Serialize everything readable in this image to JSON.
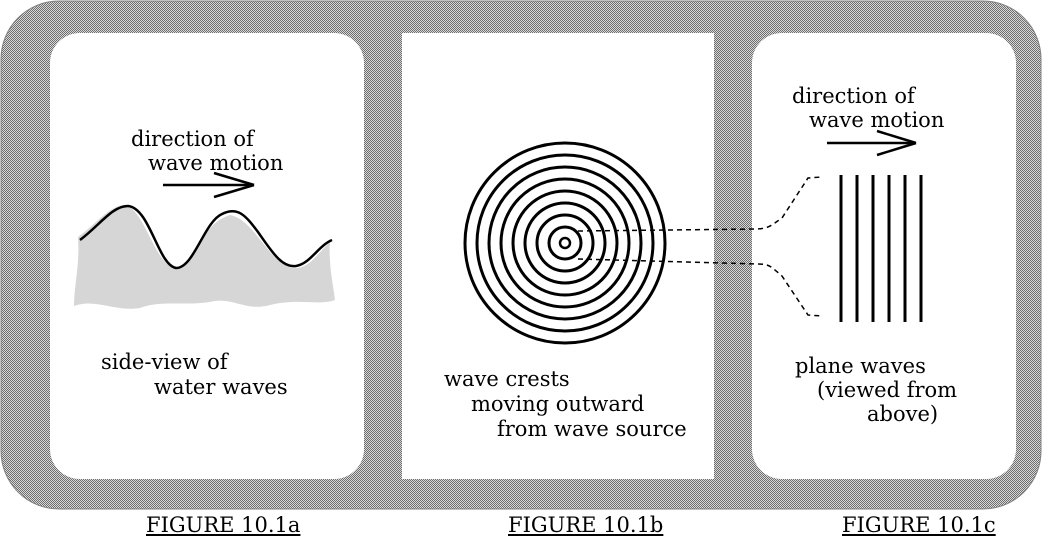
{
  "panel_a": {
    "motion_line1": "direction of",
    "motion_line2": "wave motion",
    "caption_line1": "side-view of",
    "caption_line2": "water waves"
  },
  "panel_b": {
    "caption_line1": "wave crests",
    "caption_line2": "moving outward",
    "caption_line3": "from wave source"
  },
  "panel_c": {
    "motion_line1": "direction of",
    "motion_line2": "wave motion",
    "caption_line1": "plane waves",
    "caption_line2": "(viewed from",
    "caption_line3": "above)"
  },
  "figure_labels": {
    "a": "FIGURE 10.1a",
    "b": "FIGURE 10.1b",
    "c": "FIGURE 10.1c"
  },
  "colors": {
    "frame_pattern_dark": "#6e6e6e",
    "frame_pattern_light": "#d8d8d8",
    "water_fill": "#d6d6d6",
    "ink": "#000000"
  }
}
